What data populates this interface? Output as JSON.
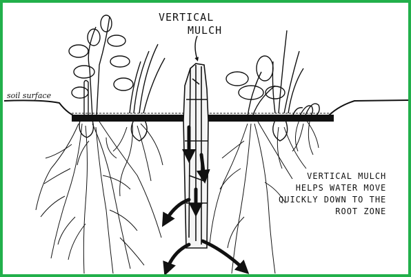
{
  "title": [
    "VERTICAL",
    "MULCH"
  ],
  "soil_label": "soil surface",
  "caption": [
    "VERTICAL MULCH",
    "HELPS WATER MOVE",
    "QUICKLY DOWN TO THE",
    "ROOT ZONE"
  ],
  "colors": {
    "border": "#22b04b",
    "ink": "#111111",
    "background": "#ffffff"
  },
  "icons": [
    "down-arrow-icon",
    "water-flow-arrow-icon"
  ]
}
